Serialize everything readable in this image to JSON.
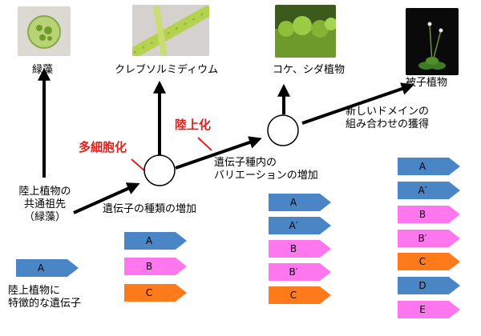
{
  "photos": {
    "green_algae": "緑藻",
    "klebsormidium": "クレブソルミディウム",
    "moss_fern": "コケ、シダ植物",
    "angiosperm": "被子植物"
  },
  "labels": {
    "ancestor_l1": "陸上植物の",
    "ancestor_l2": "共通祖先",
    "ancestor_l3": "（緑藻）",
    "multicell": "多細胞化",
    "terrestrial": "陸上化",
    "gene_increase": "遺伝子の種類の増加",
    "variation_l1": "遺伝子種内の",
    "variation_l2": "バリエーションの増加",
    "domain_l1": "新しいドメインの",
    "domain_l2": "組み合わせの獲得",
    "specific_l1": "陸上植物に",
    "specific_l2": "特徴的な遺伝子"
  },
  "gene_groups": {
    "legend": [
      "A"
    ],
    "group1": [
      "A",
      "B",
      "C"
    ],
    "group2": [
      "A",
      "A′",
      "B",
      "B′",
      "C"
    ],
    "group3": [
      "A",
      "A′",
      "B",
      "B′",
      "C",
      "D",
      "E"
    ]
  },
  "colors": {
    "blue": "#4a86c6",
    "pink": "#ff77ee",
    "orange": "#ff7a1a",
    "accent_red": "#e0201b"
  }
}
